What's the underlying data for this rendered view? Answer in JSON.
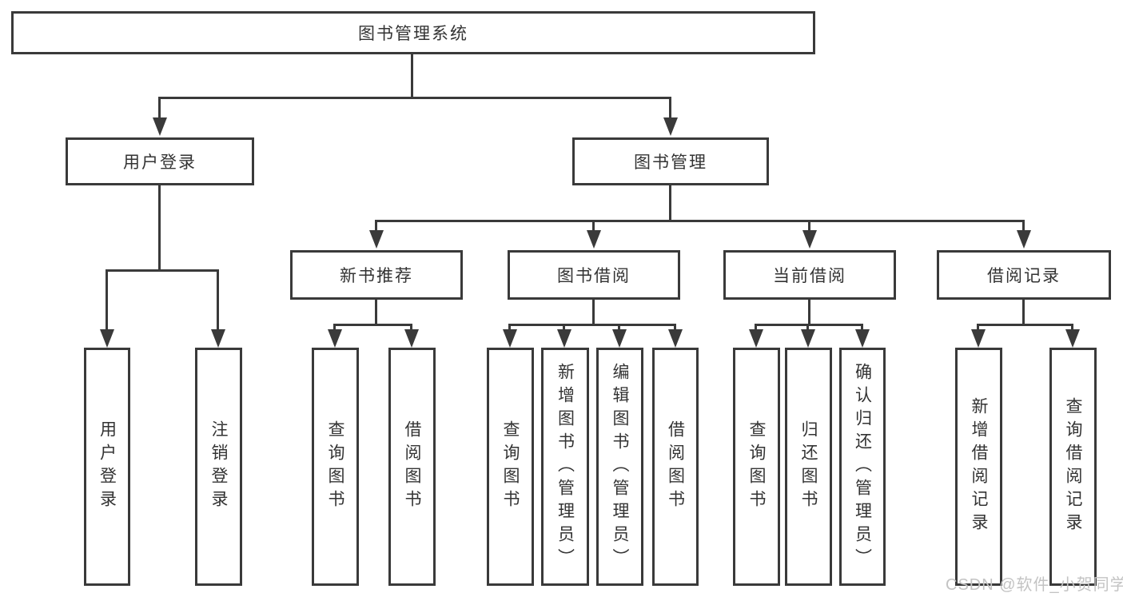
{
  "tree": {
    "label": "图书管理系统",
    "children": [
      {
        "label": "用户登录",
        "children": [
          {
            "label": "用户登录"
          },
          {
            "label": "注销登录"
          }
        ]
      },
      {
        "label": "图书管理",
        "children": [
          {
            "label": "新书推荐",
            "children": [
              {
                "label": "查询图书"
              },
              {
                "label": "借阅图书"
              }
            ]
          },
          {
            "label": "图书借阅",
            "children": [
              {
                "label": "查询图书"
              },
              {
                "label": "新增图书（管理员）"
              },
              {
                "label": "编辑图书（管理员）"
              },
              {
                "label": "借阅图书"
              }
            ]
          },
          {
            "label": "当前借阅",
            "children": [
              {
                "label": "查询图书"
              },
              {
                "label": "归还图书"
              },
              {
                "label": "确认归还（管理员）"
              }
            ]
          },
          {
            "label": "借阅记录",
            "children": [
              {
                "label": "新增借阅记录"
              },
              {
                "label": "查询借阅记录"
              }
            ]
          }
        ]
      }
    ]
  },
  "watermark": {
    "text": "CSDN @软件_小贺同学"
  },
  "colors": {
    "line": "#3a3a3a",
    "text": "#333333",
    "background": "#ffffff",
    "watermark": "#c3c3c3"
  }
}
